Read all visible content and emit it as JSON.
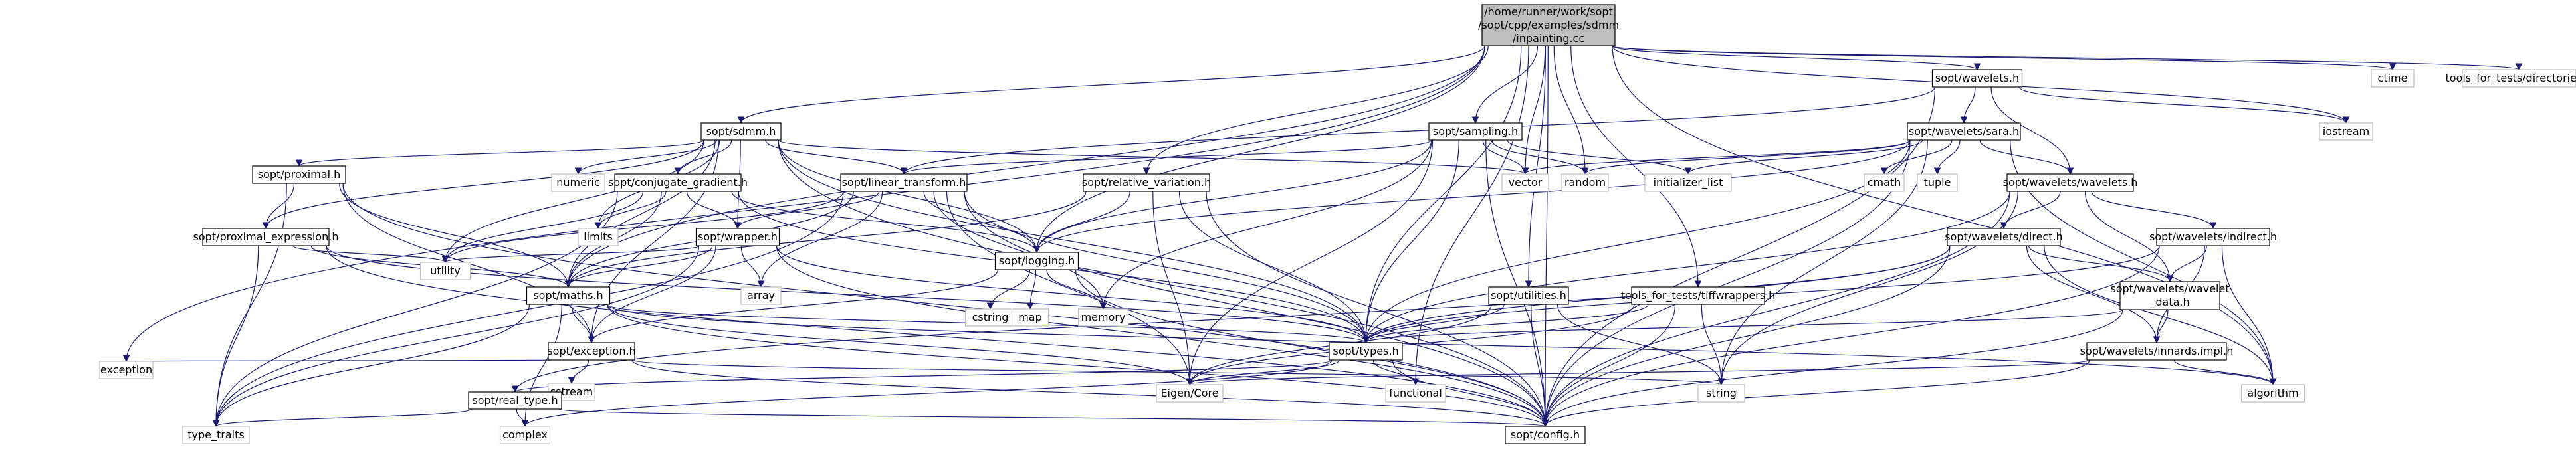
{
  "diagram": {
    "type": "include-dependency-graph",
    "colors": {
      "edge": "#191970",
      "root_fill": "#bfbfbf",
      "local_border": "#000000",
      "system_border": "#bfbfbf"
    },
    "nodes": [
      {
        "id": "root",
        "kind": "root",
        "lines": [
          "/home/runner/work/sopt",
          "/sopt/cpp/examples/sdmm",
          "/inpainting.cc"
        ]
      },
      {
        "id": "sdmm",
        "kind": "local",
        "lines": [
          "sopt/sdmm.h"
        ]
      },
      {
        "id": "sampling",
        "kind": "local",
        "lines": [
          "sopt/sampling.h"
        ]
      },
      {
        "id": "wavelets",
        "kind": "local",
        "lines": [
          "sopt/wavelets.h"
        ]
      },
      {
        "id": "ctime",
        "kind": "system",
        "lines": [
          "ctime"
        ]
      },
      {
        "id": "dirs",
        "kind": "system",
        "lines": [
          "tools_for_tests/directories.h"
        ]
      },
      {
        "id": "proximal",
        "kind": "local",
        "lines": [
          "sopt/proximal.h"
        ]
      },
      {
        "id": "numeric",
        "kind": "system",
        "lines": [
          "numeric"
        ]
      },
      {
        "id": "conjgrad",
        "kind": "local",
        "lines": [
          "sopt/conjugate_gradient.h"
        ]
      },
      {
        "id": "lintrans",
        "kind": "local",
        "lines": [
          "sopt/linear_transform.h"
        ]
      },
      {
        "id": "relvar",
        "kind": "local",
        "lines": [
          "sopt/relative_variation.h"
        ]
      },
      {
        "id": "sara",
        "kind": "local",
        "lines": [
          "sopt/wavelets/sara.h"
        ]
      },
      {
        "id": "iostream",
        "kind": "system",
        "lines": [
          "iostream"
        ]
      },
      {
        "id": "vector",
        "kind": "system",
        "lines": [
          "vector"
        ]
      },
      {
        "id": "random",
        "kind": "system",
        "lines": [
          "random"
        ]
      },
      {
        "id": "initlist",
        "kind": "system",
        "lines": [
          "initializer_list"
        ]
      },
      {
        "id": "cmath",
        "kind": "system",
        "lines": [
          "cmath"
        ]
      },
      {
        "id": "tuple",
        "kind": "system",
        "lines": [
          "tuple"
        ]
      },
      {
        "id": "wavwav",
        "kind": "local",
        "lines": [
          "sopt/wavelets/wavelets.h"
        ]
      },
      {
        "id": "proxexpr",
        "kind": "local",
        "lines": [
          "sopt/proximal_expression.h"
        ]
      },
      {
        "id": "limits",
        "kind": "system",
        "lines": [
          "limits"
        ]
      },
      {
        "id": "wrapper",
        "kind": "local",
        "lines": [
          "sopt/wrapper.h"
        ]
      },
      {
        "id": "logging",
        "kind": "local",
        "lines": [
          "sopt/logging.h"
        ]
      },
      {
        "id": "direct",
        "kind": "local",
        "lines": [
          "sopt/wavelets/direct.h"
        ]
      },
      {
        "id": "indirect",
        "kind": "local",
        "lines": [
          "sopt/wavelets/indirect.h"
        ]
      },
      {
        "id": "utility",
        "kind": "system",
        "lines": [
          "utility"
        ]
      },
      {
        "id": "maths",
        "kind": "local",
        "lines": [
          "sopt/maths.h"
        ]
      },
      {
        "id": "array",
        "kind": "system",
        "lines": [
          "array"
        ]
      },
      {
        "id": "cstring",
        "kind": "system",
        "lines": [
          "cstring"
        ]
      },
      {
        "id": "map",
        "kind": "system",
        "lines": [
          "map"
        ]
      },
      {
        "id": "memory",
        "kind": "system",
        "lines": [
          "memory"
        ]
      },
      {
        "id": "utilities",
        "kind": "local",
        "lines": [
          "sopt/utilities.h"
        ]
      },
      {
        "id": "tiff",
        "kind": "local",
        "lines": [
          "tools_for_tests/tiffwrappers.h"
        ]
      },
      {
        "id": "wavdata",
        "kind": "local",
        "lines": [
          "sopt/wavelets/wavelet",
          "_data.h"
        ]
      },
      {
        "id": "exception",
        "kind": "local",
        "lines": [
          "sopt/exception.h"
        ]
      },
      {
        "id": "types",
        "kind": "local",
        "lines": [
          "sopt/types.h"
        ]
      },
      {
        "id": "innards",
        "kind": "local",
        "lines": [
          "sopt/wavelets/innards.impl.h"
        ]
      },
      {
        "id": "stdexcept",
        "kind": "system",
        "lines": [
          "exception"
        ]
      },
      {
        "id": "sstream",
        "kind": "system",
        "lines": [
          "sstream"
        ]
      },
      {
        "id": "eigen",
        "kind": "system",
        "lines": [
          "Eigen/Core"
        ]
      },
      {
        "id": "string",
        "kind": "system",
        "lines": [
          "string"
        ]
      },
      {
        "id": "functional",
        "kind": "system",
        "lines": [
          "functional"
        ]
      },
      {
        "id": "algorithm",
        "kind": "system",
        "lines": [
          "algorithm"
        ]
      },
      {
        "id": "realtype",
        "kind": "local",
        "lines": [
          "sopt/real_type.h"
        ]
      },
      {
        "id": "typetraits",
        "kind": "system",
        "lines": [
          "type_traits"
        ]
      },
      {
        "id": "complex",
        "kind": "system",
        "lines": [
          "complex"
        ]
      },
      {
        "id": "config",
        "kind": "local",
        "lines": [
          "sopt/config.h"
        ]
      }
    ],
    "edges": [
      [
        "root",
        "sdmm"
      ],
      [
        "root",
        "sampling"
      ],
      [
        "root",
        "wavelets"
      ],
      [
        "root",
        "ctime"
      ],
      [
        "root",
        "dirs"
      ],
      [
        "root",
        "iostream"
      ],
      [
        "root",
        "random"
      ],
      [
        "root",
        "vector"
      ],
      [
        "root",
        "stdexcept"
      ],
      [
        "root",
        "maths"
      ],
      [
        "root",
        "logging"
      ],
      [
        "root",
        "relvar"
      ],
      [
        "root",
        "types"
      ],
      [
        "root",
        "utilities"
      ],
      [
        "root",
        "tiff"
      ],
      [
        "root",
        "functional"
      ],
      [
        "root",
        "algorithm"
      ],
      [
        "root",
        "config"
      ],
      [
        "sdmm",
        "proximal"
      ],
      [
        "sdmm",
        "numeric"
      ],
      [
        "sdmm",
        "conjgrad"
      ],
      [
        "sdmm",
        "lintrans"
      ],
      [
        "sdmm",
        "limits"
      ],
      [
        "sdmm",
        "proxexpr"
      ],
      [
        "sdmm",
        "wrapper"
      ],
      [
        "sdmm",
        "logging"
      ],
      [
        "sdmm",
        "utility"
      ],
      [
        "sdmm",
        "maths"
      ],
      [
        "sdmm",
        "exception"
      ],
      [
        "sdmm",
        "types"
      ],
      [
        "sdmm",
        "vector"
      ],
      [
        "sdmm",
        "config"
      ],
      [
        "sampling",
        "lintrans"
      ],
      [
        "sampling",
        "vector"
      ],
      [
        "sampling",
        "random"
      ],
      [
        "sampling",
        "initlist"
      ],
      [
        "sampling",
        "logging"
      ],
      [
        "sampling",
        "types"
      ],
      [
        "sampling",
        "memory"
      ],
      [
        "sampling",
        "eigen"
      ],
      [
        "sampling",
        "config"
      ],
      [
        "wavelets",
        "sara"
      ],
      [
        "wavelets",
        "wavwav"
      ],
      [
        "wavelets",
        "lintrans"
      ],
      [
        "wavelets",
        "iostream"
      ],
      [
        "wavelets",
        "config"
      ],
      [
        "proximal",
        "proxexpr"
      ],
      [
        "proximal",
        "maths"
      ],
      [
        "proximal",
        "typetraits"
      ],
      [
        "proximal",
        "exception"
      ],
      [
        "proximal",
        "config"
      ],
      [
        "conjgrad",
        "limits"
      ],
      [
        "conjgrad",
        "wrapper"
      ],
      [
        "conjgrad",
        "logging"
      ],
      [
        "conjgrad",
        "maths"
      ],
      [
        "conjgrad",
        "types"
      ],
      [
        "conjgrad",
        "utility"
      ],
      [
        "conjgrad",
        "typetraits"
      ],
      [
        "lintrans",
        "wrapper"
      ],
      [
        "lintrans",
        "logging"
      ],
      [
        "lintrans",
        "maths"
      ],
      [
        "lintrans",
        "types"
      ],
      [
        "lintrans",
        "array"
      ],
      [
        "lintrans",
        "utility"
      ],
      [
        "lintrans",
        "memory"
      ],
      [
        "lintrans",
        "eigen"
      ],
      [
        "lintrans",
        "typetraits"
      ],
      [
        "lintrans",
        "config"
      ],
      [
        "relvar",
        "logging"
      ],
      [
        "relvar",
        "maths"
      ],
      [
        "relvar",
        "types"
      ],
      [
        "relvar",
        "eigen"
      ],
      [
        "relvar",
        "config"
      ],
      [
        "sara",
        "wavwav"
      ],
      [
        "sara",
        "vector"
      ],
      [
        "sara",
        "random"
      ],
      [
        "sara",
        "initlist"
      ],
      [
        "sara",
        "cmath"
      ],
      [
        "sara",
        "tuple"
      ],
      [
        "sara",
        "logging"
      ],
      [
        "sara",
        "string"
      ],
      [
        "sara",
        "algorithm"
      ],
      [
        "sara",
        "types"
      ],
      [
        "sara",
        "config"
      ],
      [
        "wavwav",
        "direct"
      ],
      [
        "wavwav",
        "indirect"
      ],
      [
        "wavwav",
        "wavdata"
      ],
      [
        "wavwav",
        "types"
      ],
      [
        "wavwav",
        "string"
      ],
      [
        "wavwav",
        "config"
      ],
      [
        "proxexpr",
        "maths"
      ],
      [
        "proxexpr",
        "utility"
      ],
      [
        "proxexpr",
        "typetraits"
      ],
      [
        "proxexpr",
        "types"
      ],
      [
        "proxexpr",
        "config"
      ],
      [
        "wrapper",
        "maths"
      ],
      [
        "wrapper",
        "array"
      ],
      [
        "wrapper",
        "utility"
      ],
      [
        "wrapper",
        "exception"
      ],
      [
        "wrapper",
        "types"
      ],
      [
        "wrapper",
        "typetraits"
      ],
      [
        "wrapper",
        "config"
      ],
      [
        "logging",
        "exception"
      ],
      [
        "logging",
        "cstring"
      ],
      [
        "logging",
        "map"
      ],
      [
        "logging",
        "memory"
      ],
      [
        "logging",
        "config"
      ],
      [
        "direct",
        "wavdata"
      ],
      [
        "direct",
        "innards"
      ],
      [
        "direct",
        "types"
      ],
      [
        "direct",
        "algorithm"
      ],
      [
        "direct",
        "realtype"
      ],
      [
        "direct",
        "config"
      ],
      [
        "indirect",
        "wavdata"
      ],
      [
        "indirect",
        "innards"
      ],
      [
        "indirect",
        "types"
      ],
      [
        "indirect",
        "algorithm"
      ],
      [
        "indirect",
        "config"
      ],
      [
        "maths",
        "exception"
      ],
      [
        "maths",
        "types"
      ],
      [
        "maths",
        "typetraits"
      ],
      [
        "maths",
        "complex"
      ],
      [
        "maths",
        "algorithm"
      ],
      [
        "maths",
        "eigen"
      ],
      [
        "maths",
        "config"
      ],
      [
        "utilities",
        "types"
      ],
      [
        "utilities",
        "string"
      ],
      [
        "utilities",
        "eigen"
      ],
      [
        "utilities",
        "config"
      ],
      [
        "tiff",
        "types"
      ],
      [
        "tiff",
        "string"
      ],
      [
        "tiff",
        "eigen"
      ],
      [
        "tiff",
        "config"
      ],
      [
        "wavdata",
        "types"
      ],
      [
        "wavdata",
        "innards"
      ],
      [
        "wavdata",
        "config"
      ],
      [
        "innards",
        "eigen"
      ],
      [
        "innards",
        "algorithm"
      ],
      [
        "innards",
        "config"
      ],
      [
        "exception",
        "stdexcept"
      ],
      [
        "exception",
        "sstream"
      ],
      [
        "exception",
        "string"
      ],
      [
        "exception",
        "config"
      ],
      [
        "types",
        "eigen"
      ],
      [
        "types",
        "complex"
      ],
      [
        "types",
        "functional"
      ],
      [
        "types",
        "realtype"
      ],
      [
        "types",
        "config"
      ],
      [
        "realtype",
        "typetraits"
      ],
      [
        "realtype",
        "complex"
      ],
      [
        "realtype",
        "config"
      ]
    ]
  }
}
